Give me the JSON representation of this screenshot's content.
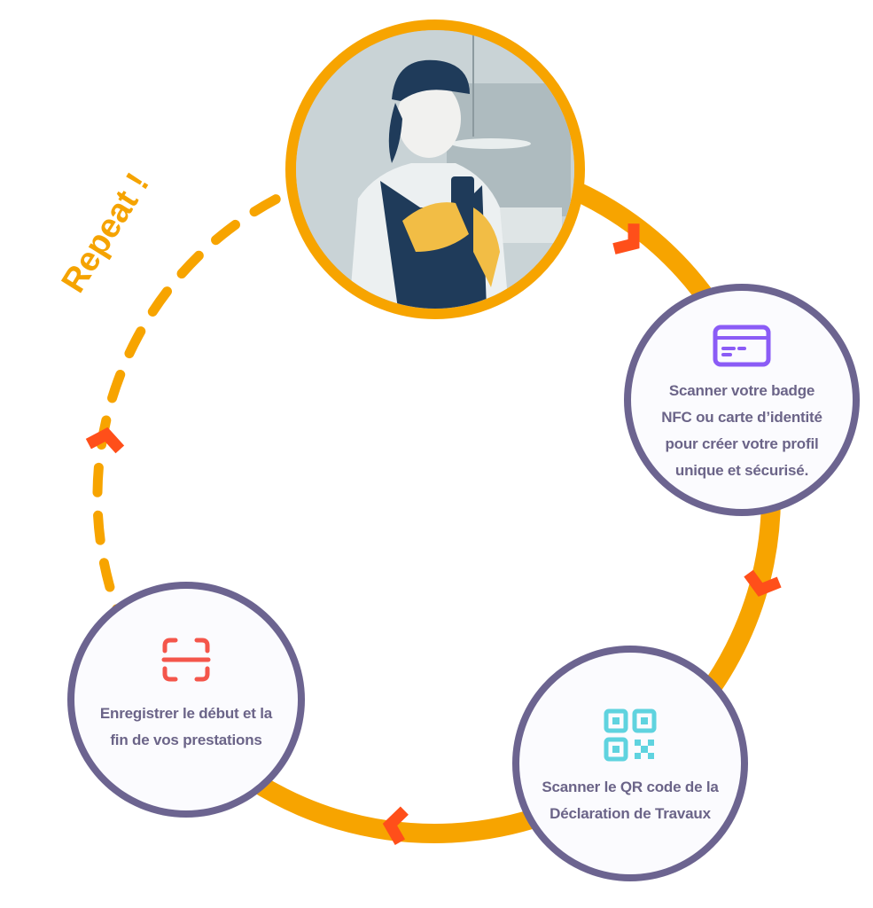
{
  "title": "Cycle de prestation",
  "repeat_label": "Repeat !",
  "steps": [
    {
      "icon": "id-card-icon",
      "text": "Scanner votre badge NFC ou carte d’identité pour créer votre profil unique et sécurisé."
    },
    {
      "icon": "qr-code-icon",
      "text": "Scanner le QR code de la Déclaration de Travaux"
    },
    {
      "icon": "scan-icon",
      "text": "Enregistrer le début et la fin de vos prestations"
    }
  ],
  "colors": {
    "ring": "#f7a400",
    "chevron": "#ff4f1a",
    "circle_border": "#6c6490",
    "text": "#6b6488",
    "card_icon": "#8b5cf6",
    "qr_icon": "#5fd3df",
    "scan_icon": "#f4564b"
  }
}
